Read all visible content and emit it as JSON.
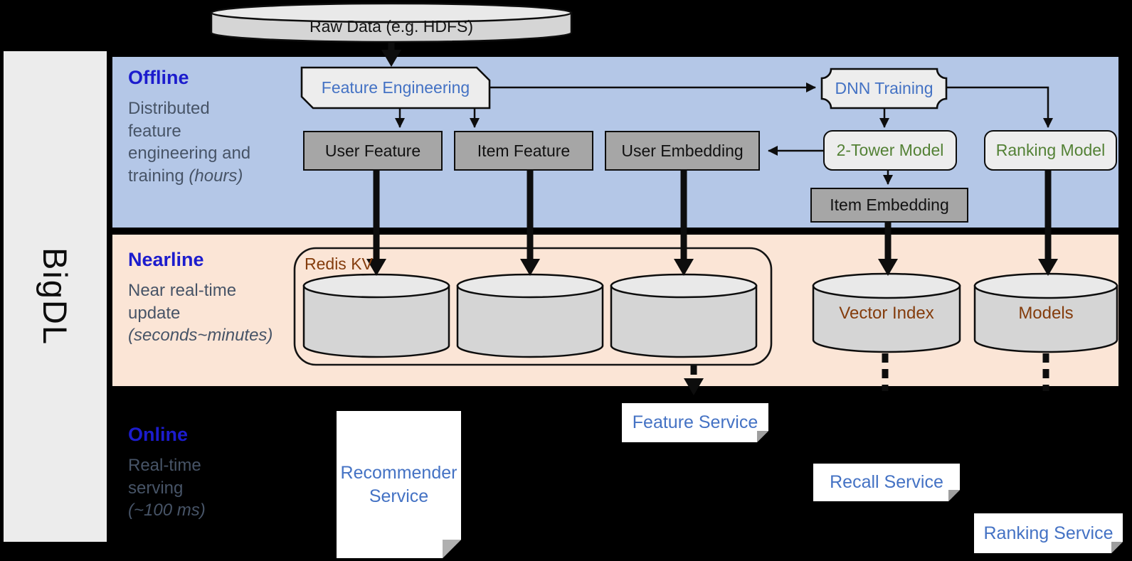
{
  "brand": {
    "label": "BigDL"
  },
  "raw_data": {
    "label": "Raw Data (e.g. HDFS)"
  },
  "sections": {
    "offline": {
      "title": "Offline",
      "desc": "Distributed feature engineering and training",
      "desc_italic": "(hours)"
    },
    "nearline": {
      "title": "Nearline",
      "desc": "Near real-time update",
      "desc_italic": "(seconds~minutes)"
    },
    "online": {
      "title": "Online",
      "desc": "Real-time serving",
      "desc_italic": "(~100 ms)"
    }
  },
  "nodes": {
    "feature_engineering": "Feature Engineering",
    "dnn_training": "DNN Training",
    "user_feature": "User Feature",
    "item_feature": "Item Feature",
    "user_embedding": "User Embedding",
    "two_tower_model": "2-Tower Model",
    "ranking_model": "Ranking Model",
    "item_embedding": "Item Embedding",
    "redis_kv": "Redis KV",
    "vector_index": "Vector Index",
    "models": "Models",
    "recommender_service": "Recommender Service",
    "feature_service": "Feature Service",
    "recall_service": "Recall Service",
    "ranking_service": "Ranking Service"
  },
  "colors": {
    "offline_band": "#b4c7e7",
    "nearline_band": "#fbe5d6",
    "section_title": "#1c1ccd",
    "section_desc": "#475467",
    "node_blue": "#4472c4",
    "node_green": "#538135",
    "node_brown": "#843c0c",
    "gray_box_fill": "#a6a6a6",
    "light_box_fill": "#ededed",
    "cylinder_body": "#d5d5d5",
    "cylinder_top": "#e9e9e9",
    "doc_bg": "#ffffff"
  }
}
